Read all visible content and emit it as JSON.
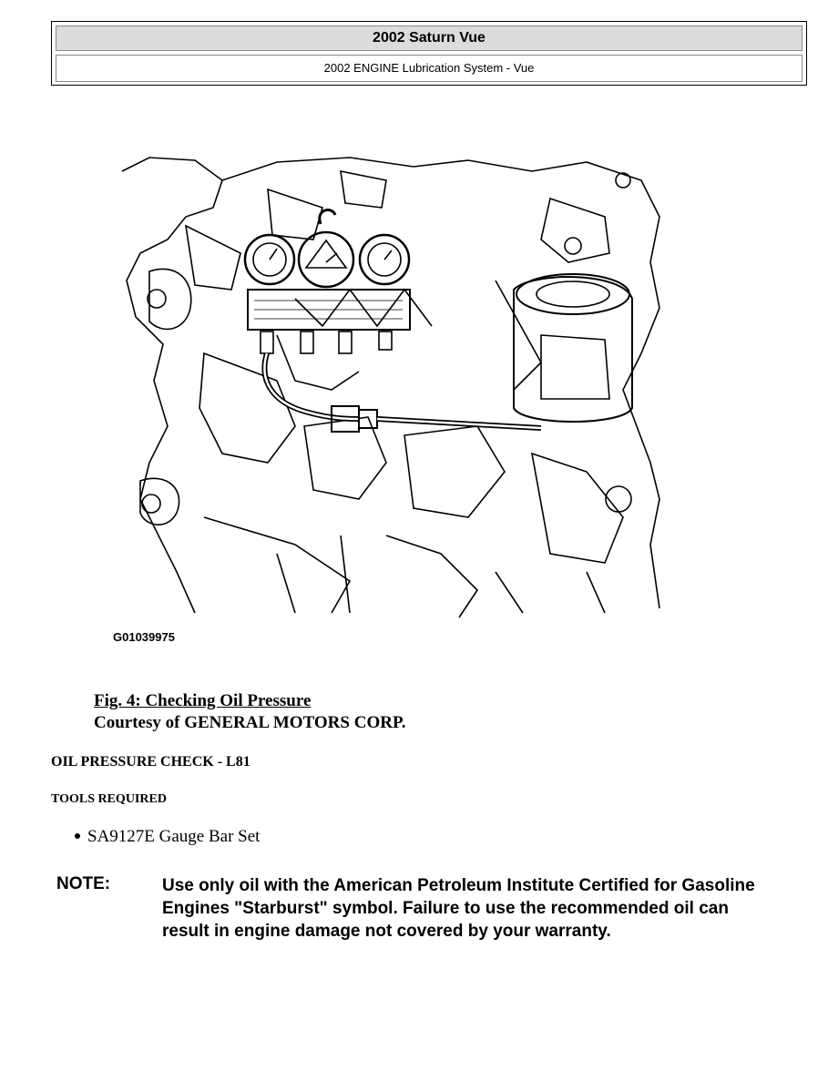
{
  "header": {
    "title": "2002 Saturn Vue",
    "subtitle": "2002 ENGINE Lubrication System - Vue"
  },
  "figure": {
    "image_id": "G01039975",
    "caption_title": "Fig. 4: Checking Oil Pressure",
    "caption_credit": "Courtesy of GENERAL MOTORS CORP."
  },
  "section": {
    "heading": "OIL PRESSURE CHECK - L81",
    "subheading": "TOOLS REQUIRED",
    "tools": [
      "SA9127E Gauge Bar Set"
    ]
  },
  "note": {
    "label": "NOTE:",
    "text": "Use only oil with the American Petroleum Institute Certified for Gasoline Engines \"Starburst\" symbol. Failure to use the recommended oil can result in engine damage not covered by your warranty."
  }
}
